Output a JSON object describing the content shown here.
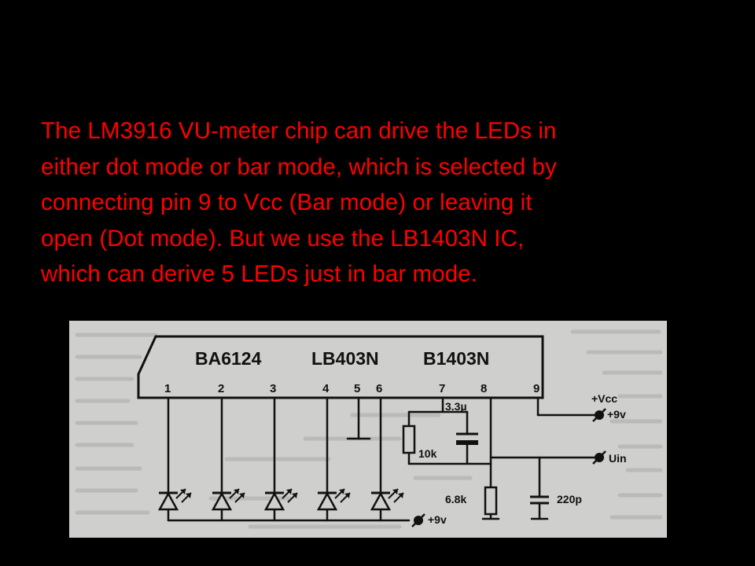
{
  "slide": {
    "background": "#000000",
    "text_color": "#ff0000",
    "body_lines": [
      "The LM3916 VU-meter chip can drive the LEDs in",
      "either dot mode or bar mode, which is selected by",
      "connecting pin 9 to Vcc (Bar mode) or leaving it",
      "open (Dot mode). But we use the LB1403N IC,",
      "which can derive 5 LEDs just in bar mode."
    ]
  },
  "schematic": {
    "background": "#cfcfcd",
    "ink": "#111111",
    "ic_labels": [
      "BA6124",
      "LB403N",
      "B1403N"
    ],
    "pins": [
      "1",
      "2",
      "3",
      "4",
      "5",
      "6",
      "7",
      "8",
      "9"
    ],
    "capacitor_top": "3.3µ",
    "resistor_left": "10k",
    "vcc_label": "+Vcc",
    "plus9v_right": "+9v",
    "uin_label": "Uin",
    "resistor_bottom": "6.8k",
    "capacitor_bottom": "220p",
    "plus9v_bottom": "+9v",
    "led_count": 5
  }
}
